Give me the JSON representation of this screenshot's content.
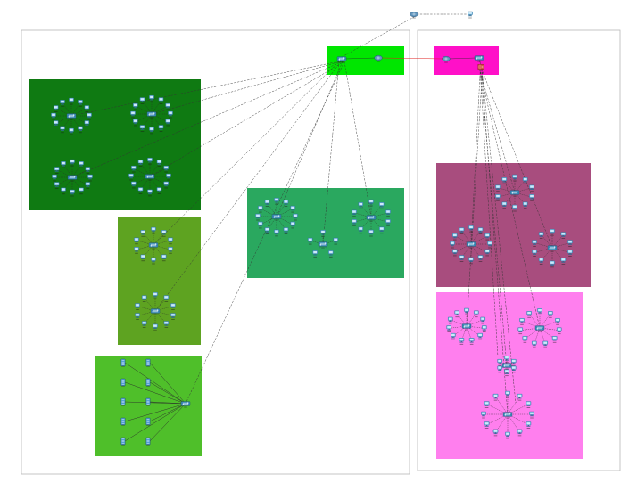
{
  "colors": {
    "canvas_bg": "#ffffff",
    "boundary": "#b8b8b8",
    "trunk": "#333333",
    "access": "#2a2a2a",
    "wan": "#e02020",
    "core_left": "#00e600",
    "core_right": "#ff10c8",
    "zone_dark_green": "#0f7a12",
    "zone_olive": "#5ea321",
    "zone_lime": "#4fbf2a",
    "zone_teal": "#2aa85f",
    "zone_maroon": "#a84d7e",
    "zone_pink": "#ff7fee",
    "pc": "#6cb7e6",
    "switch": "#3b88b5",
    "server": "#4f9bd3",
    "router": "#5a8fb8"
  },
  "icons": {
    "pc": "pc-icon",
    "switch": "switch-icon",
    "router": "router-icon",
    "server": "server-icon",
    "firewall": "firewall-icon"
  },
  "labels": {
    "top_left": "",
    "top_right": "",
    "core_left": "",
    "core_right": "",
    "zone_a": "",
    "zone_b": "",
    "zone_c": "",
    "zone_d": "",
    "zone_e": "",
    "zone_f": ""
  },
  "left_site": {
    "clusters": [
      {
        "zone": "zone_a",
        "pcs": 12
      },
      {
        "zone": "zone_a",
        "pcs": 12
      },
      {
        "zone": "zone_a",
        "pcs": 12
      },
      {
        "zone": "zone_a",
        "pcs": 12
      },
      {
        "zone": "zone_b",
        "pcs": 10
      },
      {
        "zone": "zone_b",
        "pcs": 10
      },
      {
        "zone": "zone_d",
        "pcs": 12
      },
      {
        "zone": "zone_d",
        "pcs": 10
      },
      {
        "zone": "zone_d",
        "pcs": 5
      }
    ],
    "servers": 10
  },
  "right_site": {
    "clusters": [
      {
        "zone": "zone_e",
        "pcs": 10
      },
      {
        "zone": "zone_e",
        "pcs": 12
      },
      {
        "zone": "zone_e",
        "pcs": 10
      },
      {
        "zone": "zone_f",
        "pcs": 11
      },
      {
        "zone": "zone_f",
        "pcs": 11
      },
      {
        "zone": "zone_f",
        "pcs": 6
      },
      {
        "zone": "zone_f",
        "pcs": 12
      }
    ]
  }
}
